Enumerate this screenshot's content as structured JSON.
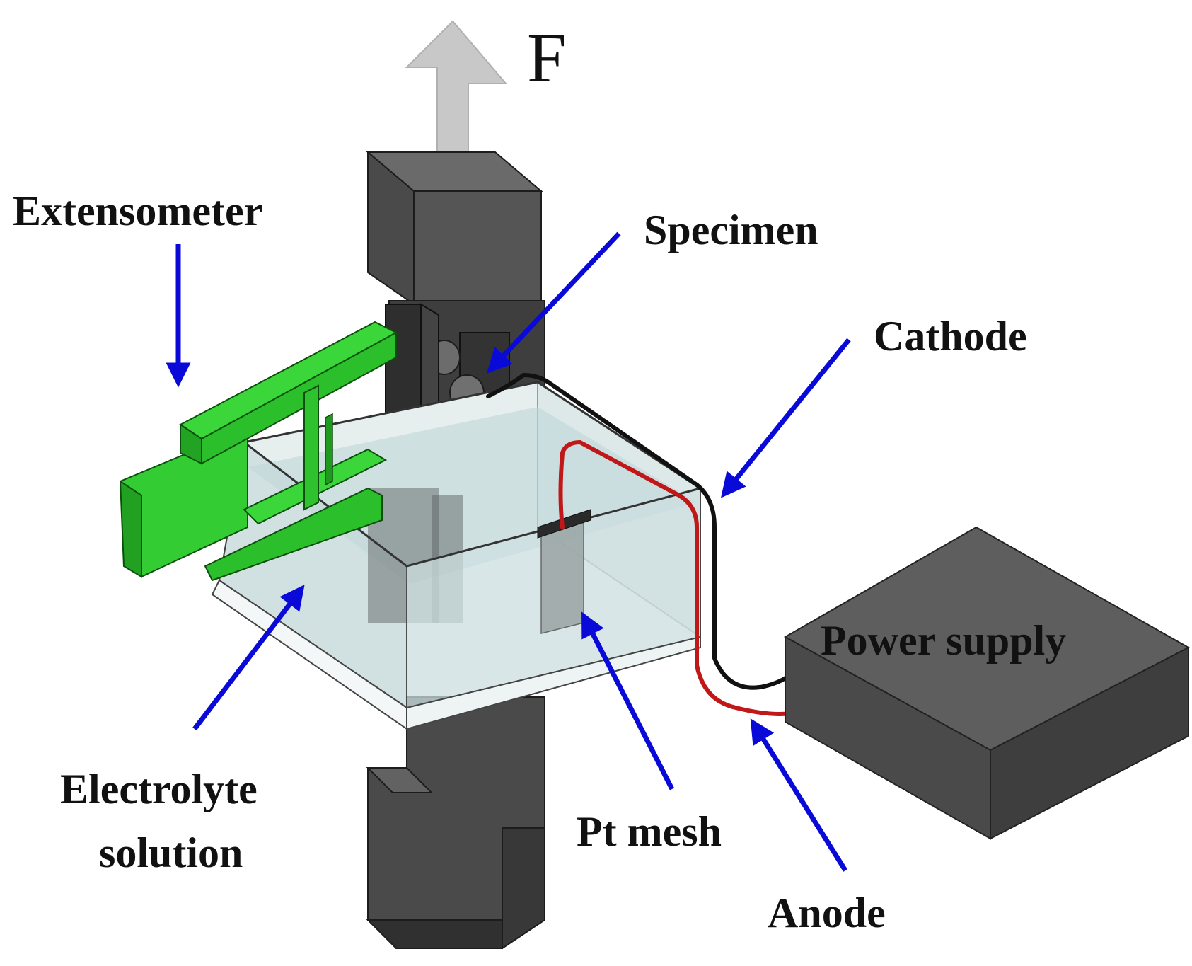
{
  "labels": {
    "force": "F",
    "extensometer": "Extensometer",
    "specimen": "Specimen",
    "cathode": "Cathode",
    "power_supply": "Power supply",
    "electrolyte_line1": "Electrolyte",
    "electrolyte_line2": "solution",
    "pt_mesh": "Pt mesh",
    "anode": "Anode"
  },
  "colors": {
    "arrow": "#0a0ad8",
    "frame_dark": "#454545",
    "frame_mid": "#5a5a5a",
    "frame_light": "#6d6d6d",
    "extensometer": "#2fd02f",
    "extensometer_dark": "#1e9a1e",
    "tank_glass": "#d8e6e6",
    "solution": "#b6d0d2",
    "cathode_wire": "#111111",
    "anode_wire": "#c01818",
    "power_supply_top": "#5e5e5e",
    "power_supply_side": "#454545",
    "force_arrow": "#c4c4c4"
  }
}
